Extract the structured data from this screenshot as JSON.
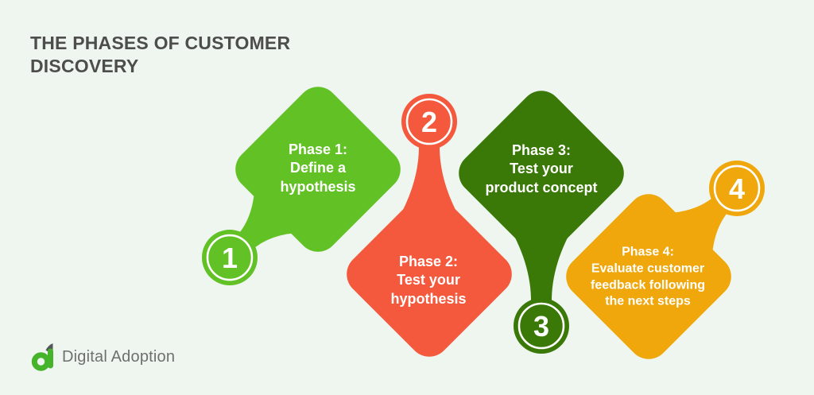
{
  "background_color": "#EFF6F0",
  "title": {
    "text": "THE PHASES OF CUSTOMER\nDISCOVERY",
    "color": "#4D4D4B"
  },
  "phases": [
    {
      "number": "1",
      "label": "Phase 1:\nDefine a\nhypothesis",
      "color": "#62C124"
    },
    {
      "number": "2",
      "label": "Phase 2:\nTest your\nhypothesis",
      "color": "#F4583D"
    },
    {
      "number": "3",
      "label": "Phase 3:\nTest your\nproduct concept",
      "color": "#3A7807"
    },
    {
      "number": "4",
      "label": "Phase 4:\nEvaluate customer\nfeedback following\nthe next steps",
      "color": "#EFA70B"
    }
  ],
  "logo": {
    "text": "Digital Adoption",
    "icon": "digital-adoption-logo",
    "icon_color": "#45B42B",
    "leaf_color": "#55565A",
    "text_color": "#6F6F6F"
  }
}
